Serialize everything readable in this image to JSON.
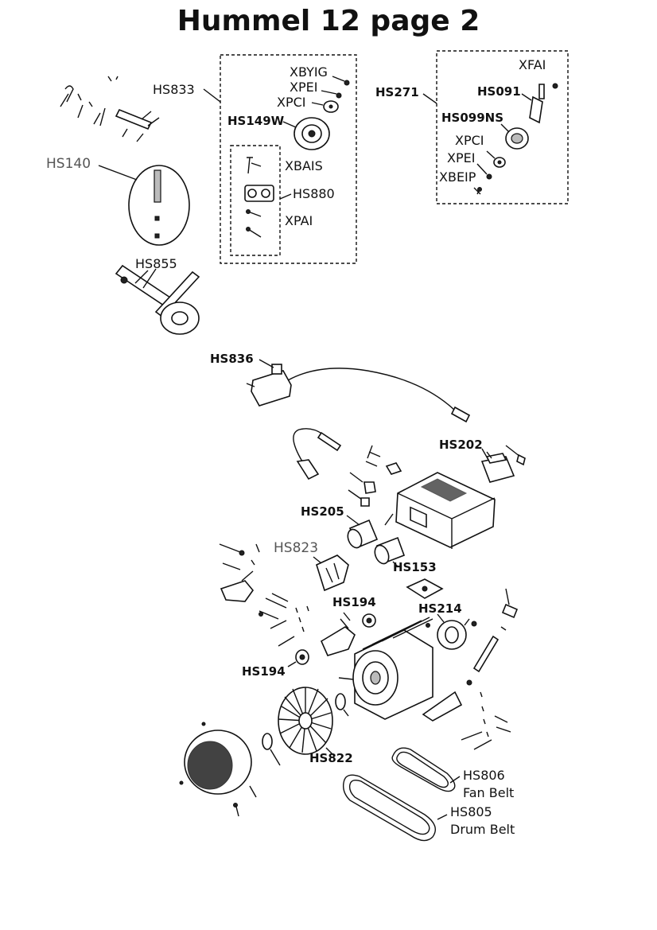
{
  "title": "Hummel 12 page 2",
  "labels": {
    "hs833": "HS833",
    "xbyig": "XBYIG",
    "xpei_a": "XPEI",
    "xpci_a": "XPCI",
    "hs149w": "HS149W",
    "xbais": "XBAIS",
    "hs880": "HS880",
    "xpai": "XPAI",
    "hs271": "HS271",
    "xfai": "XFAI",
    "hs091": "HS091",
    "hs099ns": "HS099NS",
    "xpci_b": "XPCI",
    "xpei_b": "XPEI",
    "xbeip": "XBEIP",
    "hs140": "HS140",
    "hs855": "HS855",
    "hs836": "HS836",
    "hs202": "HS202",
    "hs205": "HS205",
    "hs823": "HS823",
    "hs153": "HS153",
    "hs194_a": "HS194",
    "hs214": "HS214",
    "hs194_b": "HS194",
    "hs822": "HS822",
    "hs806": "HS806",
    "hs806_desc": "Fan Belt",
    "hs805": "HS805",
    "hs805_desc": "Drum Belt"
  }
}
